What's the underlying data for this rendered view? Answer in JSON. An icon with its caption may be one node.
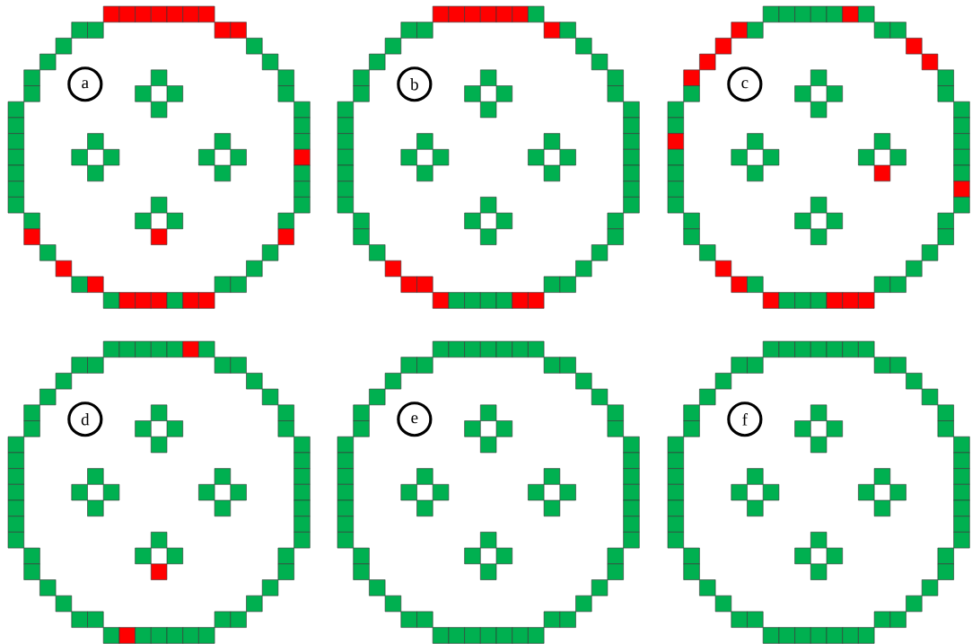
{
  "diagram": {
    "nodes": [
      {
        "text": [
          "a"
        ]
      },
      {
        "text": [
          "b"
        ]
      },
      {
        "text": [
          "c"
        ]
      },
      {
        "text": [
          "d"
        ]
      },
      {
        "text": [
          "e"
        ]
      },
      {
        "text": [
          "f"
        ]
      }
    ]
  }
}
